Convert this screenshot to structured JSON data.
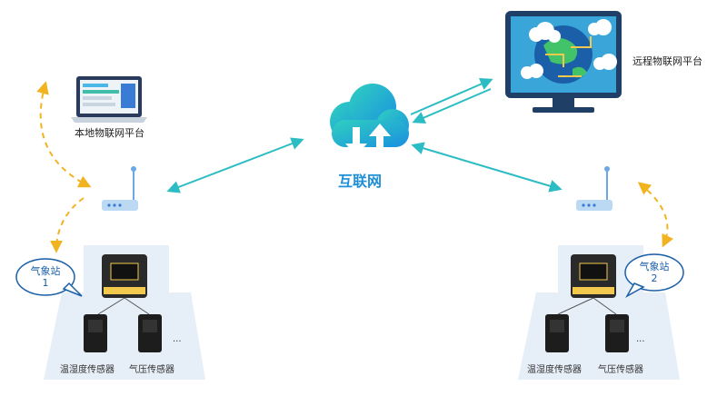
{
  "internet": {
    "label": "互联网"
  },
  "local_platform": {
    "label": "本地物联网平台"
  },
  "remote_platform": {
    "label": "远程物联网平台"
  },
  "stations": [
    {
      "line1": "气象站",
      "line2": "1",
      "sensor1": "温湿度传感器",
      "sensor2": "气压传感器",
      "more": "..."
    },
    {
      "line1": "气象站",
      "line2": "2",
      "sensor1": "温湿度传感器",
      "sensor2": "气压传感器",
      "more": "..."
    }
  ],
  "colors": {
    "link": "#2bbcc4",
    "dashed": "#f2b321",
    "cloud": "#20b4c8",
    "station_bg": "#e6eef7"
  }
}
